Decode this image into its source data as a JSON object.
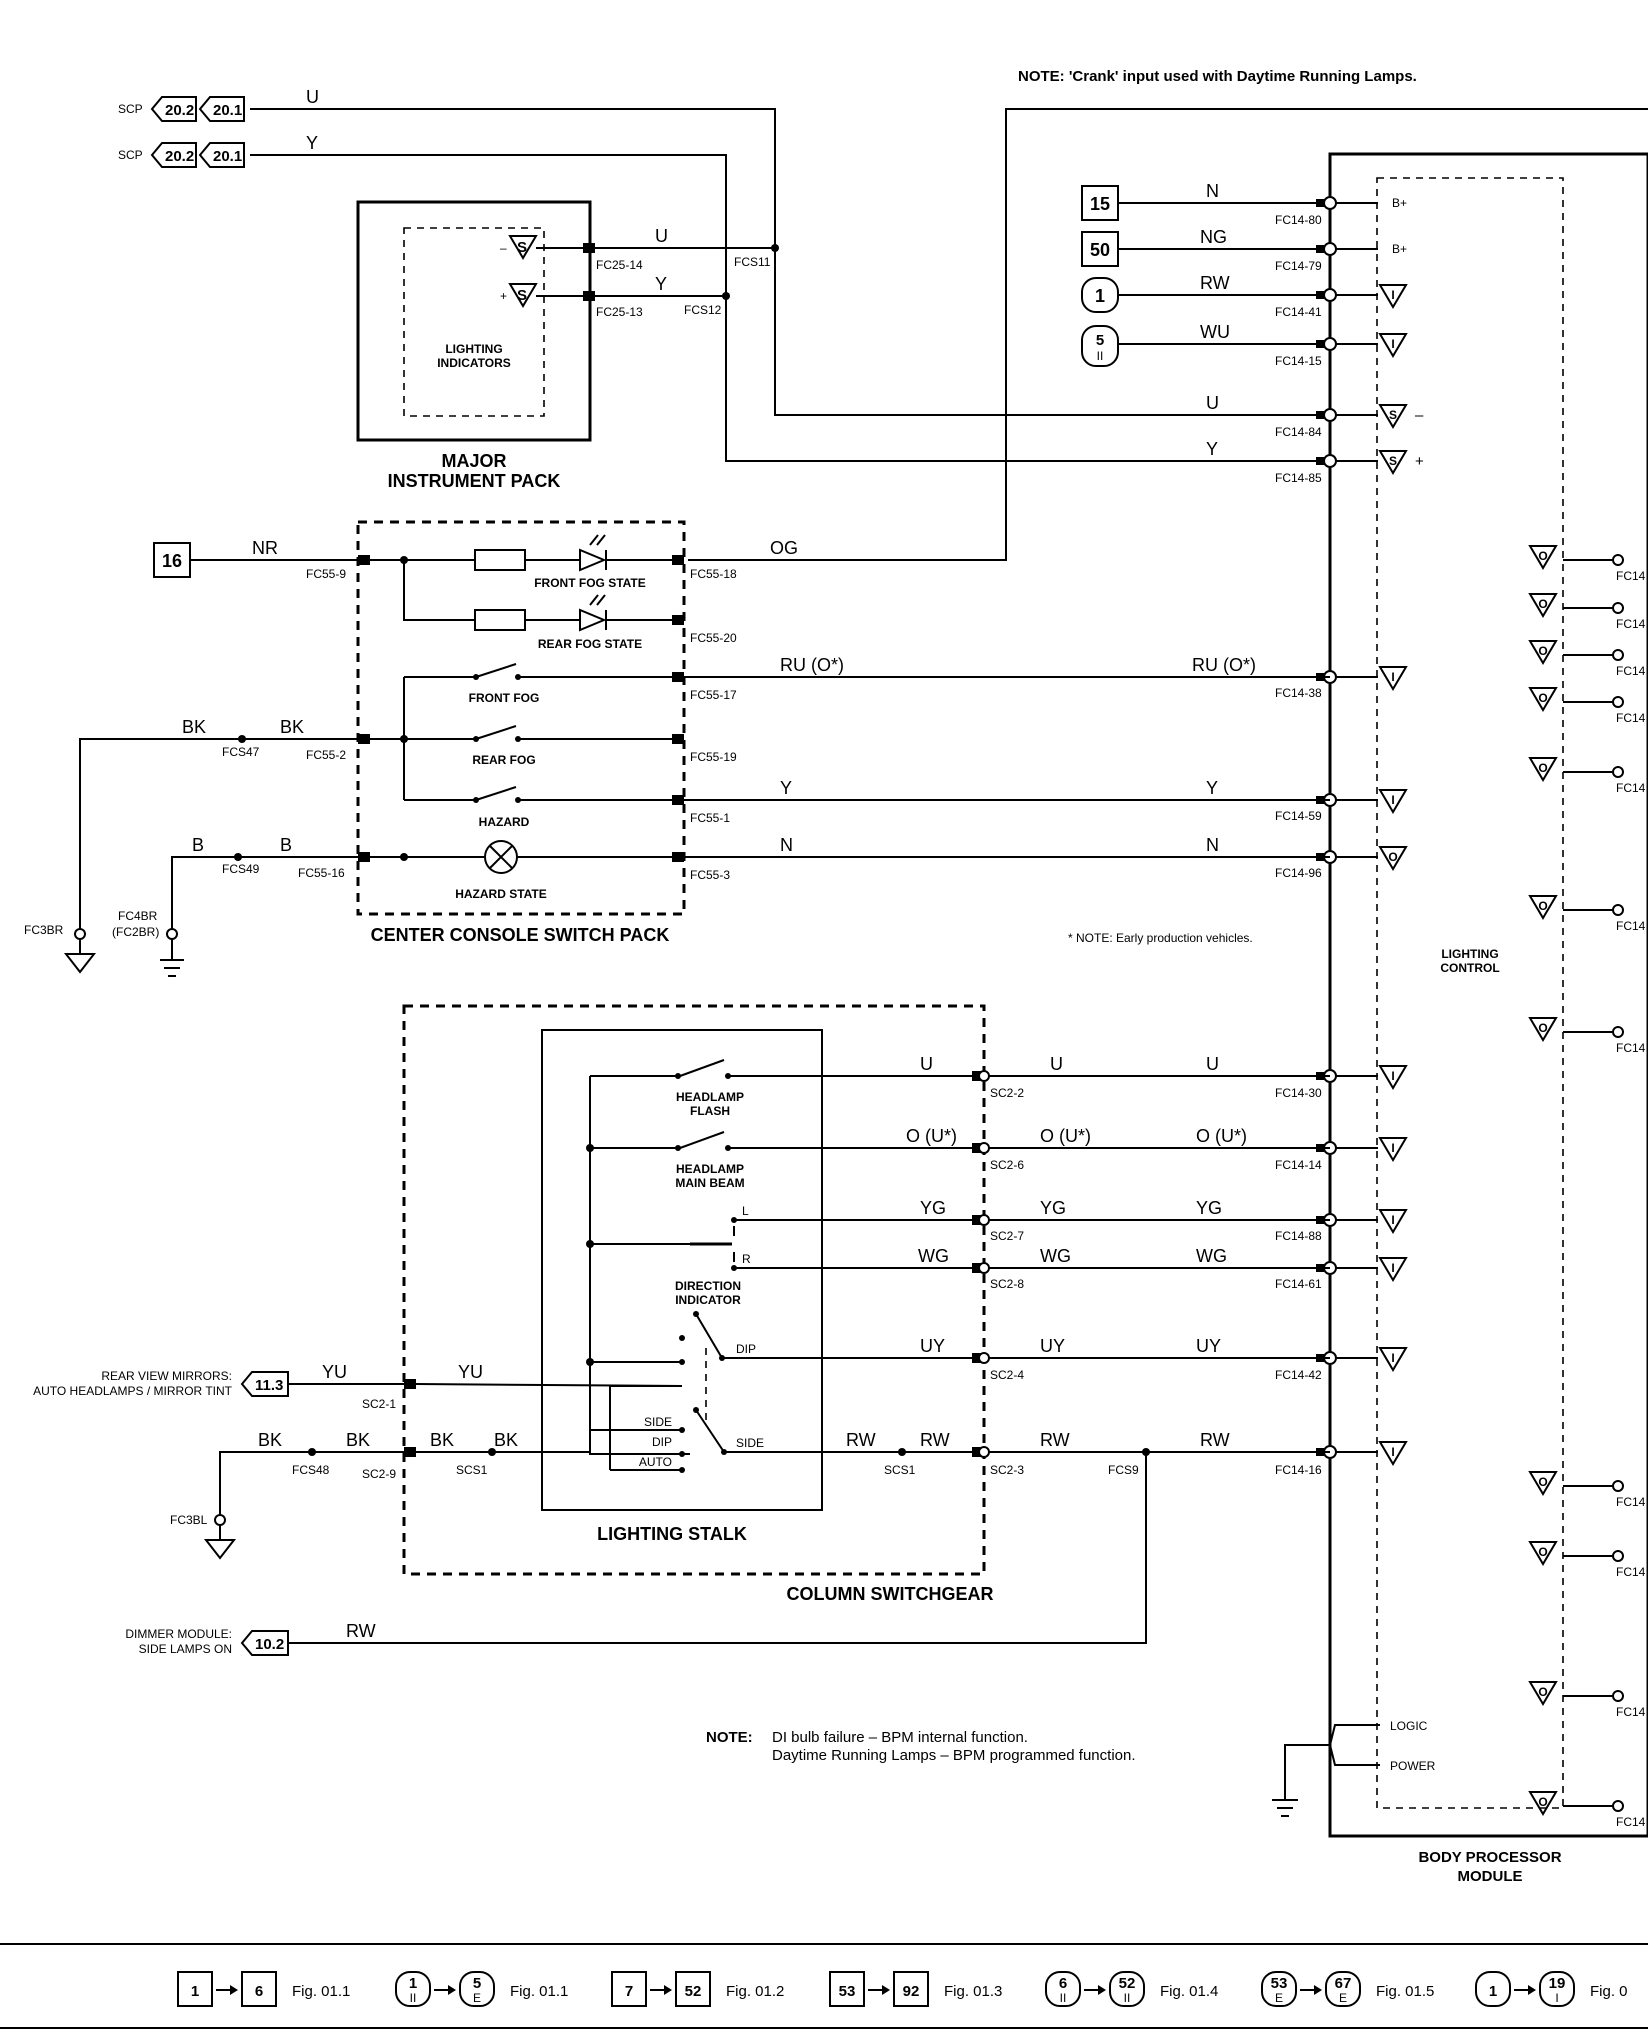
{
  "notes": {
    "crank": "NOTE:  'Crank' input used with Daytime Running Lamps.",
    "early_note": "* NOTE: Early production vehicles.",
    "bottom_note_label": "NOTE:",
    "bottom_note_line1": "DI bulb failure – BPM internal function.",
    "bottom_note_line2": "Daytime Running Lamps – BPM programmed function."
  },
  "components": {
    "major_pack": "MAJOR",
    "major_pack2": "INSTRUMENT PACK",
    "lighting_indicators": "LIGHTING",
    "lighting_indicators2": "INDICATORS",
    "console": "CENTER CONSOLE SWITCH PACK",
    "stalk": "LIGHTING STALK",
    "column": "COLUMN SWITCHGEAR",
    "bpm": "BODY PROCESSOR",
    "bpm2": "MODULE",
    "lighting_control": "LIGHTING",
    "lighting_control2": "CONTROL",
    "logic": "LOGIC",
    "power": "POWER"
  },
  "console_items": {
    "front_fog_state": "FRONT FOG STATE",
    "rear_fog_state": "REAR FOG STATE",
    "front_fog": "FRONT FOG",
    "rear_fog": "REAR FOG",
    "hazard": "HAZARD",
    "hazard_state": "HAZARD STATE"
  },
  "stalk_items": {
    "flash": "HEADLAMP",
    "flash2": "FLASH",
    "main": "HEADLAMP",
    "main2": "MAIN BEAM",
    "di": "DIRECTION",
    "di2": "INDICATOR",
    "L": "L",
    "R": "R",
    "dip": "DIP",
    "side": "SIDE",
    "dip2": "DIP",
    "auto": "AUTO",
    "side2": "SIDE"
  },
  "external": {
    "scp": "SCP",
    "ref_a": "20.2",
    "ref_b": "20.1",
    "mirrors1": "REAR VIEW MIRRORS:",
    "mirrors2": "AUTO HEADLAMPS / MIRROR TINT",
    "mirrors_ref": "11.3",
    "dimmer1": "DIMMER MODULE:",
    "dimmer2": "SIDE LAMPS ON",
    "dimmer_ref": "10.2",
    "p15": "15",
    "p50": "50",
    "p1": "1",
    "p5": "5",
    "p5sub": "II",
    "p16": "16"
  },
  "wires": {
    "U": "U",
    "Y": "Y",
    "N": "N",
    "NG": "NG",
    "RW": "RW",
    "WU": "WU",
    "NR": "NR",
    "OG": "OG",
    "RUO": "RU (O*)",
    "BK": "BK",
    "B": "B",
    "OU": "O (U*)",
    "YG": "YG",
    "WG": "WG",
    "UY": "UY",
    "YU": "YU"
  },
  "connectors": {
    "fc25_14": "FC25-14",
    "fc25_13": "FC25-13",
    "fcs11": "FCS11",
    "fcs12": "FCS12",
    "fc14_80": "FC14-80",
    "fc14_79": "FC14-79",
    "fc14_41": "FC14-41",
    "fc14_15": "FC14-15",
    "fc14_84": "FC14-84",
    "fc14_85": "FC14-85",
    "fc55_9": "FC55-9",
    "fc55_18": "FC55-18",
    "fc55_20": "FC55-20",
    "fc55_17": "FC55-17",
    "fc55_2": "FC55-2",
    "fc55_19": "FC55-19",
    "fc55_1": "FC55-1",
    "fc55_16": "FC55-16",
    "fc55_3": "FC55-3",
    "fcs47": "FCS47",
    "fcs49": "FCS49",
    "fc3br": "FC3BR",
    "fc4br": "FC4BR",
    "fc2br": "(FC2BR)",
    "fc14_38": "FC14-38",
    "fc14_59": "FC14-59",
    "fc14_96": "FC14-96",
    "sc2_2": "SC2-2",
    "sc2_6": "SC2-6",
    "sc2_7": "SC2-7",
    "sc2_8": "SC2-8",
    "sc2_4": "SC2-4",
    "sc2_1": "SC2-1",
    "sc2_9": "SC2-9",
    "sc2_3": "SC2-3",
    "scs1": "SCS1",
    "fcs48": "FCS48",
    "fcs9": "FCS9",
    "fc3bl": "FC3BL",
    "fc14_30": "FC14-30",
    "fc14_14": "FC14-14",
    "fc14_88": "FC14-88",
    "fc14_61": "FC14-61",
    "fc14_42": "FC14-42",
    "fc14_16": "FC14-16",
    "fc14": "FC14",
    "b_plus": "B+",
    "minus": "–",
    "plus": "+"
  },
  "legend": {
    "r1a": "1",
    "r1b": "6",
    "r1f": "Fig. 01.1",
    "r2a": "1",
    "r2b": "5",
    "r2f": "Fig. 01.1",
    "r3a": "7",
    "r3b": "52",
    "r3f": "Fig. 01.2",
    "r4a": "53",
    "r4b": "92",
    "r4f": "Fig. 01.3",
    "r5a": "6",
    "r5b": "52",
    "r5f": "Fig. 01.4",
    "r6a": "53",
    "r6b": "67",
    "r6f": "Fig. 01.5",
    "r7a": "1",
    "r7b": "19",
    "r7f": "Fig. 0",
    "sub_II": "II",
    "sub_E": "E",
    "sub_I": "I"
  }
}
